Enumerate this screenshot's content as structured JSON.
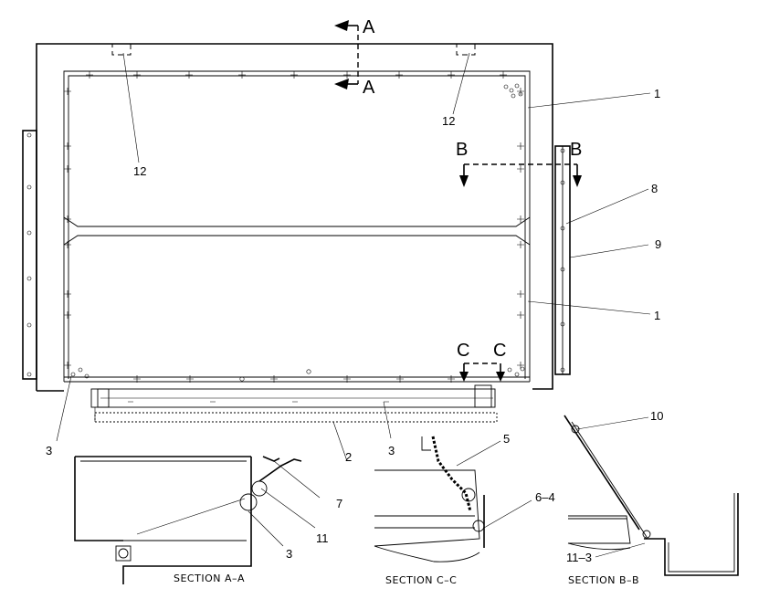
{
  "diagram": {
    "section_markers": {
      "a_top": "A",
      "a_bottom": "A",
      "b_left": "B",
      "b_right": "B",
      "c_left": "C",
      "c_right": "C"
    },
    "callouts": {
      "c12_left": "12",
      "c12_right": "12",
      "c1_top": "1",
      "c1_bottom": "1",
      "c8": "8",
      "c9": "9",
      "c3_left": "3",
      "c3_mid": "3",
      "c2": "2",
      "c5": "5",
      "c6_4": "6–4",
      "c10": "10",
      "c7": "7",
      "c11": "11",
      "c3_sec": "3",
      "c11_3": "11–3"
    },
    "captions": {
      "section_a": "SECTION A–A",
      "section_c": "SECTION C–C",
      "section_b": "SECTION B–B"
    }
  }
}
